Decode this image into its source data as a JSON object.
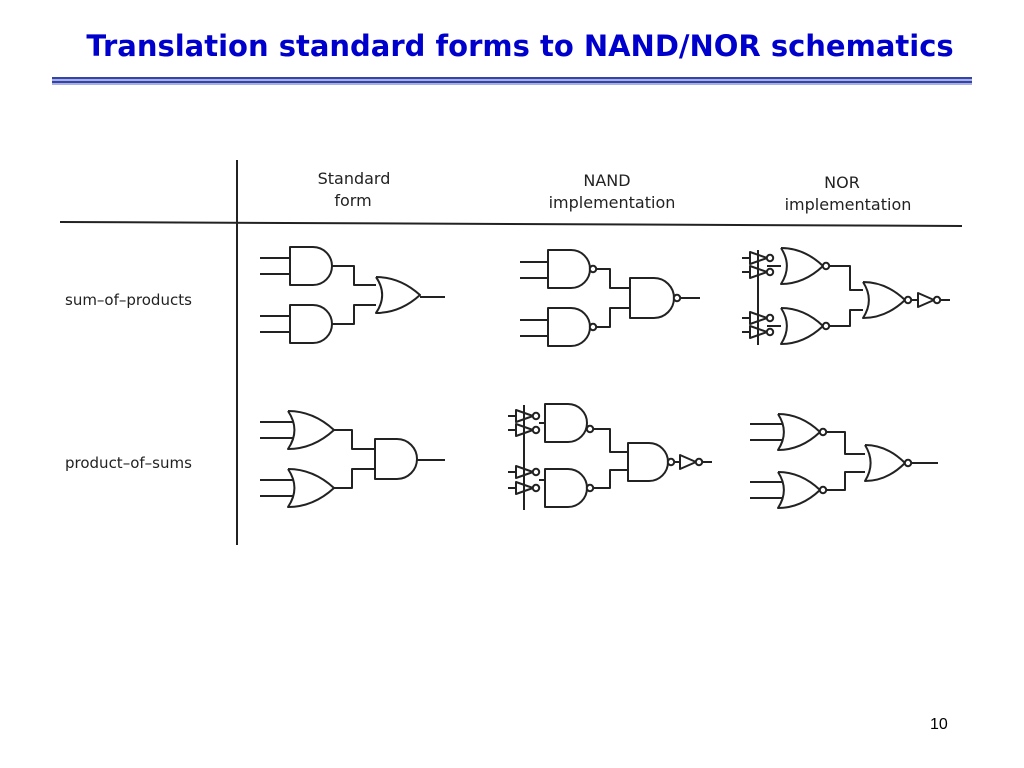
{
  "slide": {
    "title": "Translation standard forms to NAND/NOR schematics",
    "page_number": "10"
  },
  "colors": {
    "title": "#0000cc",
    "rule_dark": "#3344aa",
    "rule_light": "#aab0dd",
    "ink": "#222222"
  },
  "table": {
    "headers": [
      {
        "line1": "Standard",
        "line2": "form"
      },
      {
        "line1": "NAND",
        "line2": "implementation"
      },
      {
        "line1": "NOR",
        "line2": "implementation"
      }
    ],
    "rows": [
      {
        "label": "sum–of–products"
      },
      {
        "label": "product–of–sums"
      }
    ]
  }
}
